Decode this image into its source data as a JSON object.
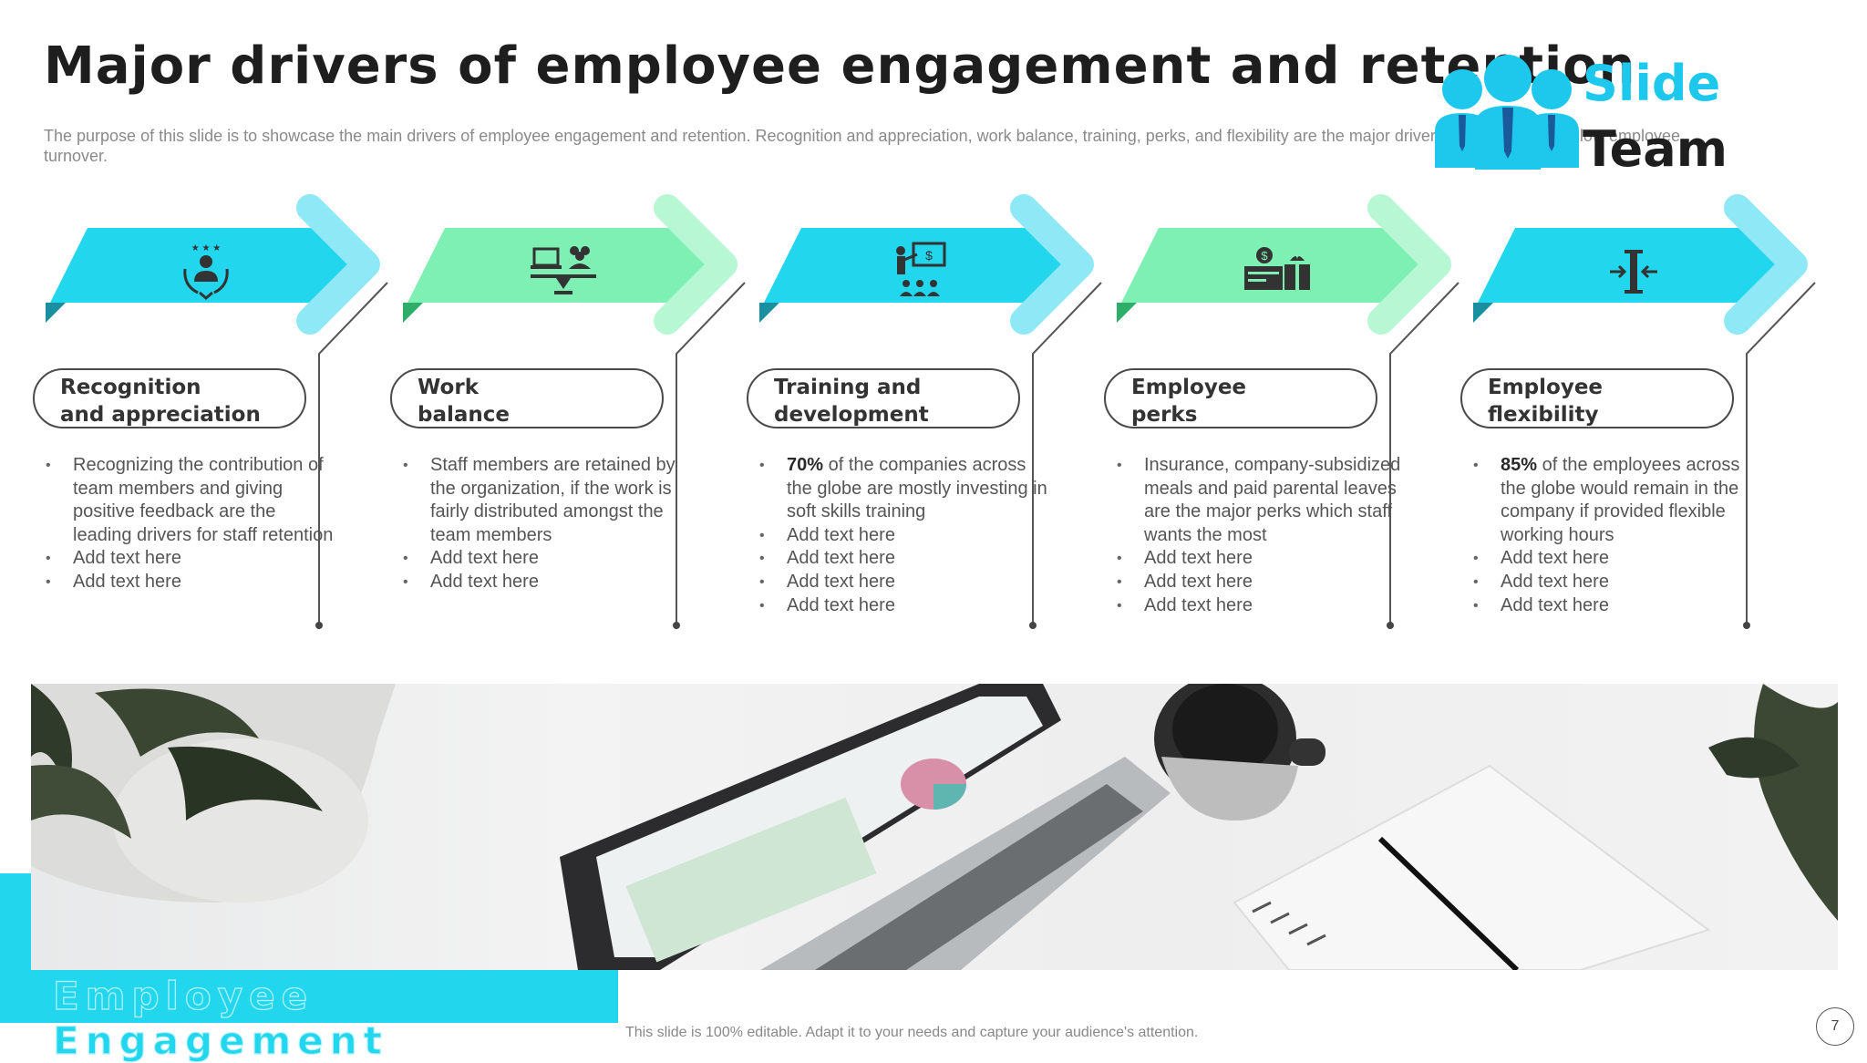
{
  "title": "Major drivers of employee engagement and retention",
  "subtitle": "The purpose of this slide is to showcase the main drivers of employee engagement and retention. Recognition and appreciation, work balance, training, perks, and flexibility are the major drivers which can lead to low employee turnover.",
  "logo": {
    "line1": "Slide",
    "line2": "Team"
  },
  "colors": {
    "teal": "#22d6ee",
    "green": "#7ef0b4",
    "dark": "#1e1e1e"
  },
  "columns": [
    {
      "title_line1": "Recognition",
      "title_line2": "and appreciation",
      "icon": "award-person-icon",
      "color": "teal",
      "bullets": [
        "Recognizing the contribution of team members and giving positive feedback are the leading drivers  for staff retention",
        "Add text here",
        "Add text here"
      ]
    },
    {
      "title_line1": "Work",
      "title_line2": "balance",
      "icon": "laptop-team-balance-icon",
      "color": "green",
      "bullets": [
        "Staff members are retained by the organization,  if the work is fairly distributed amongst the team members",
        "Add text here",
        "Add text here"
      ]
    },
    {
      "title_line1": "Training and",
      "title_line2": "development",
      "icon": "presentation-training-icon",
      "color": "teal",
      "bullet_lead": "70%",
      "bullets": [
        "of the companies across the globe are mostly investing in soft skills training",
        "Add text here",
        "Add text here",
        "Add text here",
        "Add text here"
      ]
    },
    {
      "title_line1": "Employee",
      "title_line2": "perks",
      "icon": "money-gift-icon",
      "color": "green",
      "bullets": [
        "Insurance, company-subsidized meals and paid parental leaves are the major perks which staff wants the most",
        "Add text here",
        "Add text here",
        "Add text here"
      ]
    },
    {
      "title_line1": "Employee",
      "title_line2": "flexibility",
      "icon": "flexibility-arrows-icon",
      "color": "teal",
      "bullet_lead": "85%",
      "bullets": [
        "of the employees across the globe would remain in the company if provided  flexible working hours",
        "Add text here",
        "Add text here",
        "Add text here"
      ]
    }
  ],
  "banner": "Employee Engagement",
  "footer": "This slide is 100% editable.  Adapt it to your needs and capture your audience's attention.",
  "page_number": "7"
}
